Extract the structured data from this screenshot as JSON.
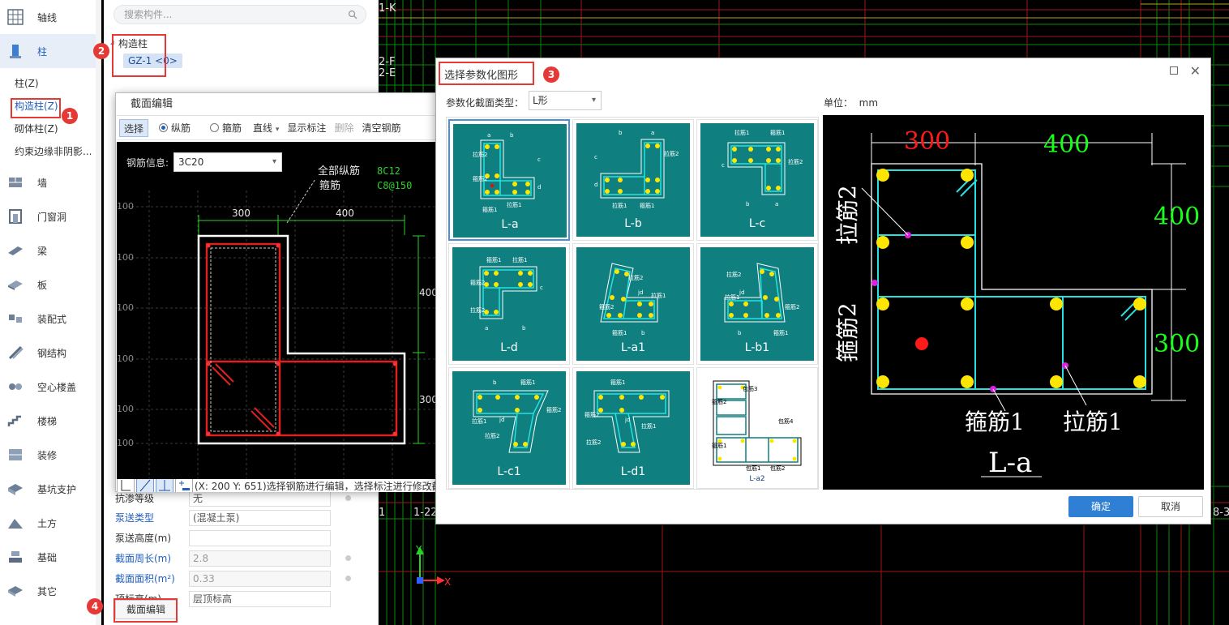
{
  "left_nav": {
    "items": [
      {
        "label": "轴线",
        "icon": "grid-axis-icon"
      },
      {
        "label": "柱",
        "icon": "column-icon",
        "active": true
      }
    ],
    "sub_items": [
      {
        "label": "柱(Z)"
      },
      {
        "label": "构造柱(Z)",
        "active": true
      },
      {
        "label": "砌体柱(Z)"
      },
      {
        "label": "约束边缘非阴影..."
      }
    ],
    "items_after": [
      {
        "label": "墙",
        "icon": "wall-icon"
      },
      {
        "label": "门窗洞",
        "icon": "door-window-icon"
      },
      {
        "label": "梁",
        "icon": "beam-icon"
      },
      {
        "label": "板",
        "icon": "slab-icon"
      },
      {
        "label": "装配式",
        "icon": "prefab-icon"
      },
      {
        "label": "钢结构",
        "icon": "steel-structure-icon"
      },
      {
        "label": "空心楼盖",
        "icon": "hollow-floor-icon"
      },
      {
        "label": "楼梯",
        "icon": "stair-icon"
      },
      {
        "label": "装修",
        "icon": "decoration-icon"
      },
      {
        "label": "基坑支护",
        "icon": "pit-support-icon"
      },
      {
        "label": "土方",
        "icon": "earthwork-icon"
      },
      {
        "label": "基础",
        "icon": "foundation-icon"
      },
      {
        "label": "其它",
        "icon": "other-icon"
      }
    ]
  },
  "component_panel": {
    "search_placeholder": "搜索构件...",
    "tree_root": "构造柱",
    "tree_leaf": "GZ-1 <0>",
    "properties": [
      {
        "key": "抗渗等级",
        "value": "无",
        "blue": false,
        "disabled": false,
        "dot": true
      },
      {
        "key": "泵送类型",
        "value": "(混凝土泵)",
        "blue": true,
        "disabled": false,
        "dot": false
      },
      {
        "key": "泵送高度(m)",
        "value": "",
        "blue": false,
        "disabled": false,
        "dot": false
      },
      {
        "key": "截面周长(m)",
        "value": "2.8",
        "blue": true,
        "disabled": true,
        "dot": true
      },
      {
        "key": "截面面积(m²)",
        "value": "0.33",
        "blue": true,
        "disabled": true,
        "dot": true
      },
      {
        "key": "顶标高(m)",
        "value": "层顶标高",
        "blue": false,
        "disabled": false,
        "dot": false
      }
    ],
    "section_edit_button": "截面编辑"
  },
  "section_editor": {
    "title": "截面编辑",
    "toolbar": {
      "select": "选择",
      "longitudinal": "纵筋",
      "stirrup": "箍筋",
      "line": "直线",
      "show_dim": "显示标注",
      "delete": "删除",
      "clear": "清空钢筋"
    },
    "rebar_info_label": "钢筋信息:",
    "rebar_info_value": "3C20",
    "canvas": {
      "all_long_label": "全部纵筋",
      "all_long_value": "8C12",
      "stirrup_label": "箍筋",
      "stirrup_value": "C8@150",
      "dim_top_1": "300",
      "dim_top_2": "400",
      "dim_right_1": "400",
      "dim_right_2": "300",
      "grid_label": "100"
    },
    "status": "(X: 200 Y: 651)选择钢筋进行编辑，选择标注进行修改截"
  },
  "param_dialog": {
    "title": "选择参数化图形",
    "type_label": "参数化截面类型：",
    "type_value": "L形",
    "unit_label": "单位：",
    "unit_value": "mm",
    "shapes": [
      {
        "name": "L-a",
        "selected": true
      },
      {
        "name": "L-b"
      },
      {
        "name": "L-c"
      },
      {
        "name": "L-d"
      },
      {
        "name": "L-a1"
      },
      {
        "name": "L-b1"
      },
      {
        "name": "L-c1"
      },
      {
        "name": "L-d1"
      },
      {
        "name": "L-a2"
      }
    ],
    "thumb_labels": {
      "a": "a",
      "b": "b",
      "c": "c",
      "d": "d",
      "jd": "jd",
      "gujin1": "箍筋1",
      "gujin2": "箍筋2",
      "lajin1": "拉筋1",
      "lajin2": "拉筋2",
      "baojin3": "包筋3",
      "baojin4": "包筋4",
      "baojin1": "包筋1",
      "baojin2": "包筋2"
    },
    "preview": {
      "dim_300_top": "300",
      "dim_400_top": "400",
      "dim_400_right": "400",
      "dim_300_right": "300",
      "lajin2": "拉筋2",
      "gujin2": "箍筋2",
      "gujin1": "箍筋1",
      "lajin1": "拉筋1",
      "name": "L-a"
    },
    "ok": "确定",
    "cancel": "取消"
  },
  "cad": {
    "labels": [
      "1-K",
      "2-F",
      "2-E",
      "1",
      "1-22",
      "8-3"
    ],
    "axis_x": "X",
    "axis_y": "Y"
  },
  "callouts": [
    "1",
    "2",
    "3",
    "4"
  ],
  "colors": {
    "accent": "#1f5fbf",
    "callout": "#e53935",
    "teal_thumb": "#0f7f80",
    "cad_cyan": "#27e0e0",
    "cad_yellow": "#ffe600",
    "cad_green": "#19ff19",
    "cad_red": "#ff1a1a"
  }
}
